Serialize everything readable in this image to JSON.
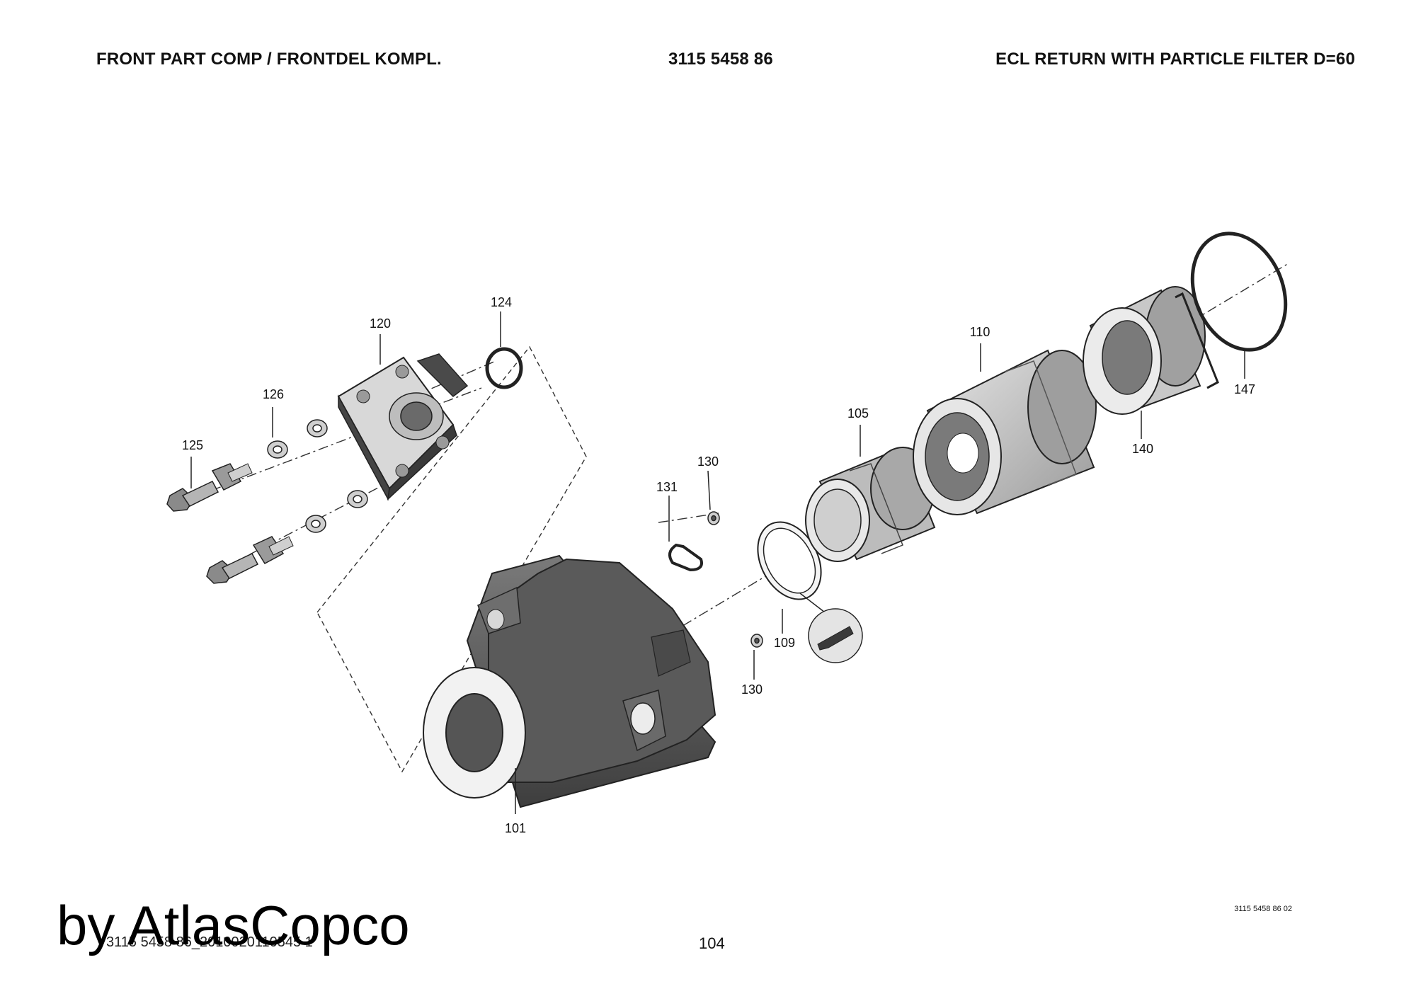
{
  "header": {
    "left_title": "FRONT PART COMP / FRONTDEL KOMPL.",
    "part_number": "3115 5458 86",
    "right_title": "ECL RETURN WITH PARTICLE FILTER D=60"
  },
  "callouts": [
    "101",
    "105",
    "109",
    "110",
    "120",
    "124",
    "125",
    "126",
    "130",
    "131",
    "130",
    "140",
    "147"
  ],
  "footer": {
    "drawing_ref": "3115 5458 86 02",
    "document_id": "3115 5458 86_2010020110545 1",
    "page_number": "104"
  },
  "watermark": "by AtlasCopco"
}
